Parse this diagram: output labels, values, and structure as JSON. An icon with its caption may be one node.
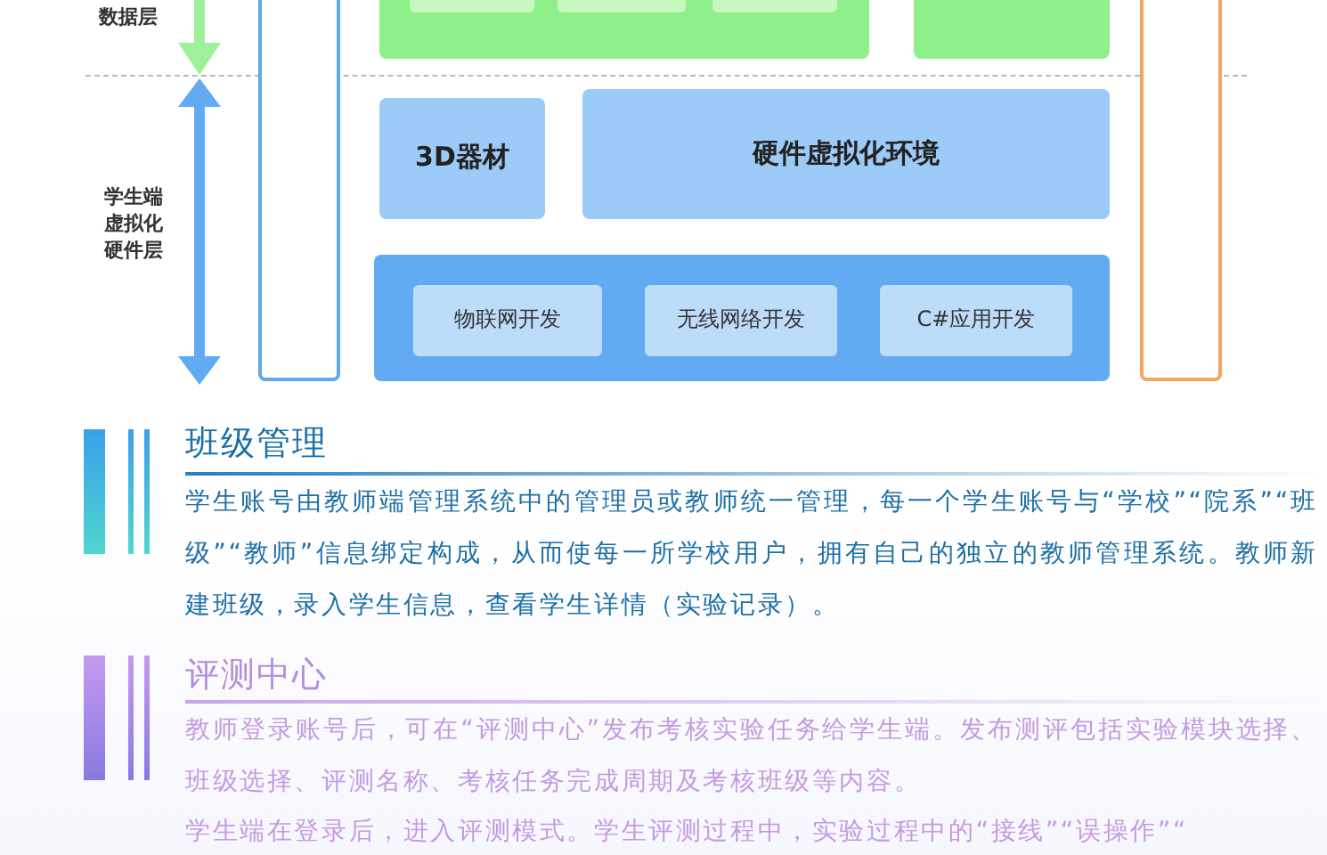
{
  "diagram": {
    "nodes": [
      {
        "text": [],
        "shape": "box"
      },
      {
        "text": [],
        "shape": "box"
      },
      {
        "text": [],
        "shape": "box",
        "in": 1
      },
      {
        "text": [],
        "shape": "box",
        "in": 1
      },
      {
        "text": [],
        "shape": "box",
        "in": 1
      },
      {
        "text": [],
        "shape": "box"
      },
      {
        "text": [],
        "shape": "box"
      },
      {
        "text": [
          "3D器材"
        ]
      },
      {
        "text": [
          "硬件虚拟化环境"
        ]
      },
      {
        "text": [],
        "shape": "box"
      },
      {
        "text": [
          "物联网开发"
        ],
        "in": 9
      },
      {
        "text": [
          "无线网络开发"
        ],
        "in": 9
      },
      {
        "text": [
          "C#应用开发"
        ],
        "in": 9
      }
    ],
    "labels": [
      "数据层",
      "学生端虚拟化硬件层",
      "班级管理",
      "学生账号由教师端管理系统中的管理员或教师统一管理，每一个学生账号与“学校”“院系”“班级”“教师”信息绑定构成，从而使每一所学校用户，拥有自己的独立的教师管理系统。教师新建班级，录入学生信息，查看学生详情（实验记录）。",
      "评测中心",
      "教师登录账号后，可在“评测中心”发布考核实验任务给学生端。发布测评包括实验模块选择、班级选择、评测名称、考核任务完成周期及考核班级等内容。",
      "学生端在登录后，进入评测模式。学生评测过程中，实验过程中的“接线”“误操作”“"
    ]
  }
}
